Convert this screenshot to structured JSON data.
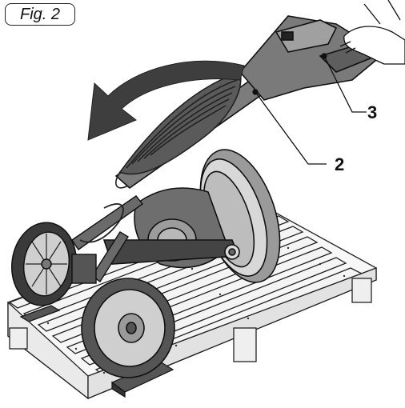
{
  "figure": {
    "label": "Fig. 2",
    "callouts": [
      {
        "id": "2",
        "text": "2"
      },
      {
        "id": "3",
        "text": "3"
      }
    ]
  },
  "colors": {
    "ink": "#111111",
    "dark_gray": "#4a4a4a",
    "mid_gray": "#8a8a8a",
    "light_gray": "#c8c8c8",
    "pallet": "#f4f4f4"
  }
}
